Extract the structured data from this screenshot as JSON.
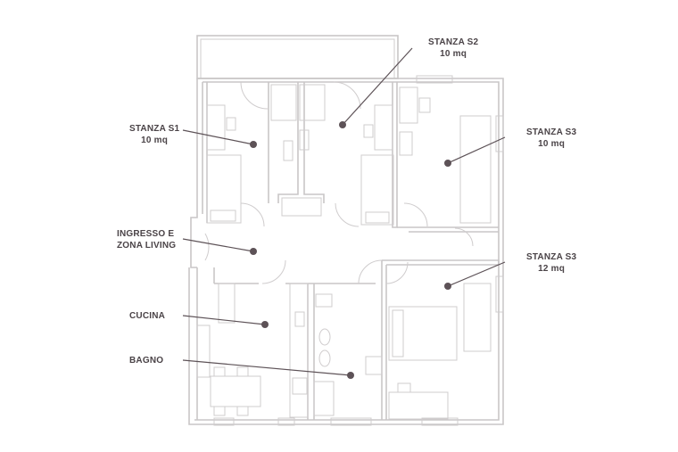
{
  "rooms": [
    {
      "id": "s2",
      "name": "STANZA S2",
      "area": "10 mq"
    },
    {
      "id": "s1",
      "name": "STANZA S1",
      "area": "10 mq"
    },
    {
      "id": "s3a",
      "name": "STANZA S3",
      "area": "10 mq"
    },
    {
      "id": "living",
      "name": "INGRESSO E",
      "area": "ZONA LIVING"
    },
    {
      "id": "s3b",
      "name": "STANZA S3",
      "area": "12 mq"
    },
    {
      "id": "cucina",
      "name": "CUCINA",
      "area": ""
    },
    {
      "id": "bagno",
      "name": "BAGNO",
      "area": ""
    }
  ],
  "colors": {
    "walls": "#c9c6c7",
    "leaders": "#5d5257",
    "labels": "#4a4347"
  }
}
